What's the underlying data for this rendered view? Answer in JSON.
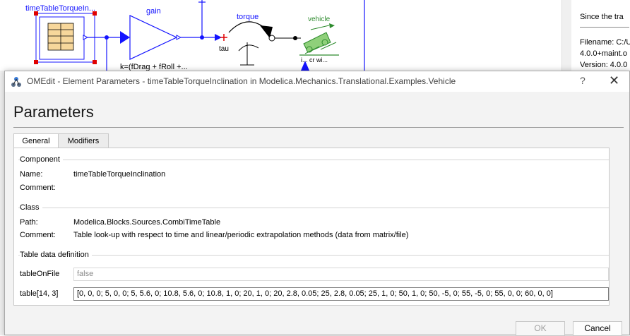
{
  "diagram": {
    "block_name": "timeTableTorqueIn...",
    "gain_label": "gain",
    "gain_param": "k=(fDrag + fRoll +...",
    "torque_label": "torque",
    "tau_label": "tau",
    "vehicle_label": "vehicle",
    "vehicle_ports": "i...  cr  wi..."
  },
  "side_panel": {
    "line1": "Since the tra",
    "line2": "Filename: C:/U",
    "line3": "4.0.0+maint.o",
    "line4": "Version: 4.0.0"
  },
  "dialog": {
    "title": "OMEdit - Element Parameters - timeTableTorqueInclination in Modelica.Mechanics.Translational.Examples.Vehicle",
    "help": "?",
    "close": "✕",
    "heading": "Parameters",
    "tabs": [
      {
        "label": "General"
      },
      {
        "label": "Modifiers"
      }
    ],
    "component": {
      "title": "Component",
      "name_label": "Name:",
      "name_value": "timeTableTorqueInclination",
      "comment_label": "Comment:",
      "comment_value": ""
    },
    "class": {
      "title": "Class",
      "path_label": "Path:",
      "path_value": "Modelica.Blocks.Sources.CombiTimeTable",
      "comment_label": "Comment:",
      "comment_value": "Table look-up with respect to time and linear/periodic extrapolation methods (data from matrix/file)"
    },
    "table_def": {
      "title": "Table data definition",
      "tableOnFile_label": "tableOnFile",
      "tableOnFile_value": "false",
      "table_label": "table[14, 3]",
      "table_value": "[0, 0, 0; 5, 0, 0; 5, 5.6, 0; 10.8, 5.6, 0; 10.8, 1, 0; 20, 1, 0; 20, 2.8, 0.05; 25, 2.8, 0.05; 25, 1, 0; 50, 1, 0; 50, -5, 0; 55, -5, 0; 55, 0, 0; 60, 0, 0]"
    },
    "ok_label": "OK",
    "cancel_label": "Cancel"
  }
}
